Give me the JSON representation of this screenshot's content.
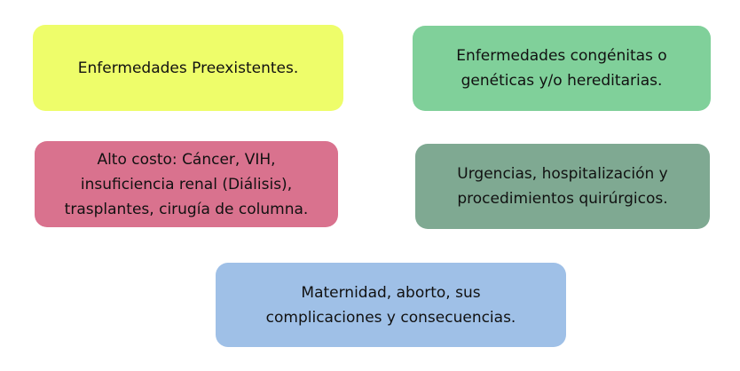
{
  "boxes": [
    {
      "lines": [
        "Enfermedades  Preexistentes."
      ],
      "color": "#eefd6a"
    },
    {
      "lines": [
        "Enfermedades congénitas o",
        "genéticas y/o hereditarias."
      ],
      "color": "#80d09a"
    },
    {
      "lines": [
        "Alto costo: Cáncer, VIH,",
        "insuficiencia renal (Diálisis),",
        "trasplantes, cirugía de columna."
      ],
      "color": "#d9728e"
    },
    {
      "lines": [
        "Urgencias, hospitalización y",
        "procedimientos quirúrgicos."
      ],
      "color": "#7fa992"
    },
    {
      "lines": [
        "Maternidad, aborto, sus",
        "complicaciones y consecuencias."
      ],
      "color": "#9fc0e7"
    }
  ]
}
